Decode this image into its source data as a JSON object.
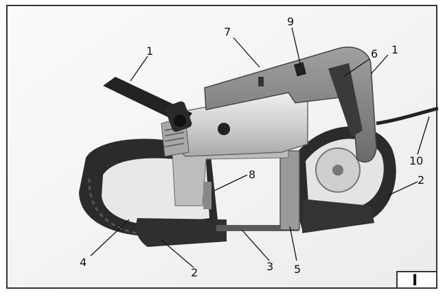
{
  "callouts": [
    {
      "id": "c1a",
      "label": "1"
    },
    {
      "id": "c1b",
      "label": "1"
    },
    {
      "id": "c2a",
      "label": "2"
    },
    {
      "id": "c2b",
      "label": "2"
    },
    {
      "id": "c3",
      "label": "3"
    },
    {
      "id": "c4",
      "label": "4"
    },
    {
      "id": "c5",
      "label": "5"
    },
    {
      "id": "c6",
      "label": "6"
    },
    {
      "id": "c7",
      "label": "7"
    },
    {
      "id": "c8",
      "label": "8"
    },
    {
      "id": "c9",
      "label": "9"
    },
    {
      "id": "c10",
      "label": "10"
    }
  ],
  "figure_number": "I",
  "colors": {
    "background": "#f5f5f5",
    "frame": "#333333",
    "tire": "#2b2b2b",
    "housing": "#d9d9d9",
    "motor": "#c8c8c8",
    "handle": "#8a8a8a",
    "blade": "#5a5a5a"
  }
}
